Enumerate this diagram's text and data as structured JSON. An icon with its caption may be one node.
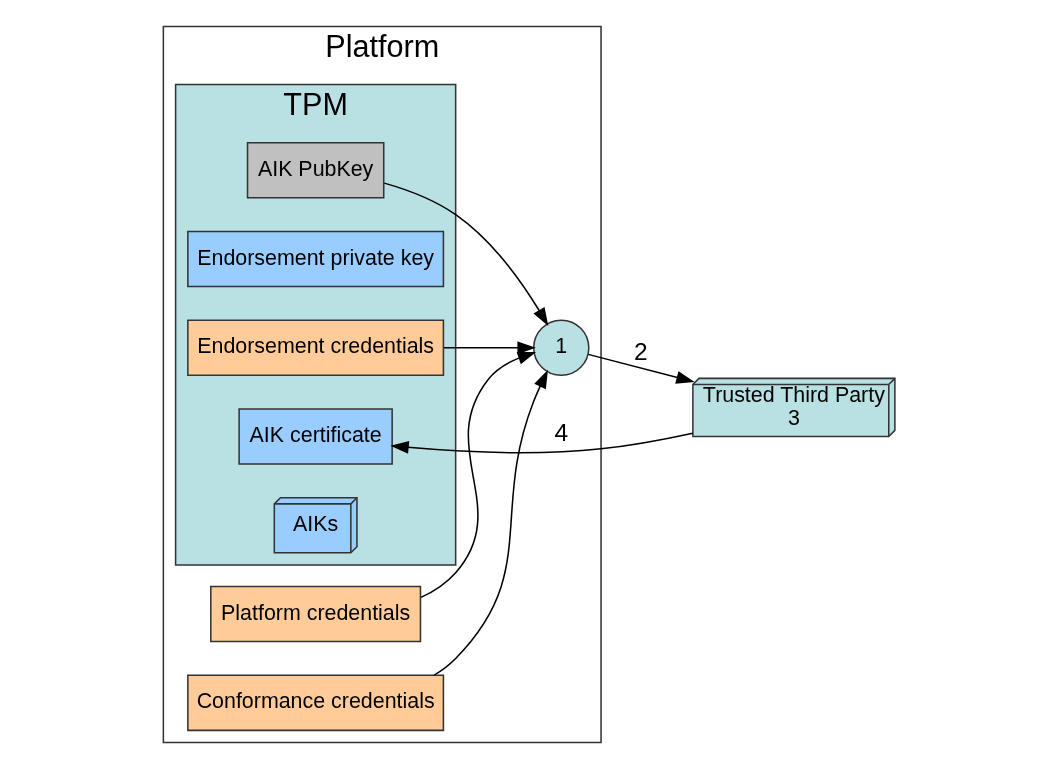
{
  "diagram": {
    "nodes": [
      {
        "text": [
          "Platform"
        ]
      },
      {
        "text": [
          "TPM"
        ],
        "in": 0
      },
      {
        "text": [
          "Endorsement credentials"
        ],
        "in": 1
      },
      {
        "text": [
          "Endorsement private key"
        ],
        "in": 1
      },
      {
        "text": [
          "AIK certificate"
        ],
        "in": 1
      },
      {
        "text": [
          "AIK PubKey"
        ],
        "in": 1
      },
      {
        "text": [
          "AIKs"
        ],
        "in": 1
      },
      {
        "text": [
          "Platform credentials"
        ],
        "in": 0
      },
      {
        "text": [
          "Conformance credentials"
        ],
        "in": 0
      },
      {
        "text": [
          "1"
        ],
        "in": 0
      },
      {
        "text": [
          "Trusted Third Party",
          "3"
        ]
      }
    ],
    "edges": [
      {
        "from": 2,
        "to": 9,
        "arrow": "to"
      },
      {
        "from": 5,
        "to": 9,
        "arrow": "to"
      },
      {
        "from": 7,
        "to": 9,
        "arrow": "to"
      },
      {
        "from": 8,
        "to": 9,
        "arrow": "to"
      },
      {
        "from": 9,
        "to": 10,
        "arrow": "to",
        "label": "2"
      },
      {
        "from": 10,
        "to": 4,
        "arrow": "to",
        "label": "4"
      }
    ]
  }
}
